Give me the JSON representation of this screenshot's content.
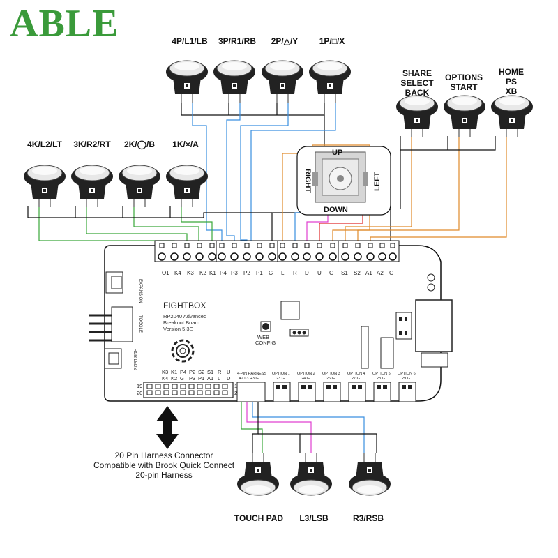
{
  "brand": "ABLE",
  "top_buttons": [
    "4P/L1/LB",
    "3P/R1/RB",
    "2P/△/Y",
    "1P/□/X"
  ],
  "mid_buttons": [
    "4K/L2/LT",
    "3K/R2/RT",
    "2K/◯/B",
    "1K/×/A"
  ],
  "right_buttons": [
    [
      "SHARE",
      "SELECT",
      "BACK"
    ],
    [
      "OPTIONS",
      "START"
    ],
    [
      "HOME",
      "PS",
      "XB"
    ]
  ],
  "bottom_buttons": [
    "TOUCH PAD",
    "L3/LSB",
    "R3/RSB"
  ],
  "joystick": {
    "up": "UP",
    "down": "DOWN",
    "left": "LEFT",
    "right": "RIGHT"
  },
  "board": {
    "name": "FIGHTBOX",
    "subtitle": [
      "RP2040 Advanced",
      "Breakout Board",
      "Version 5.3E"
    ],
    "web_config": [
      "WEB",
      "CONFIG"
    ],
    "pin_labels_left": [
      "O1",
      "K4",
      "K3",
      "K2",
      "K1"
    ],
    "pin_labels_mid": [
      "P4",
      "P3",
      "P2",
      "P1",
      "G"
    ],
    "pin_labels_dir": [
      "L",
      "R",
      "D",
      "U",
      "G"
    ],
    "pin_labels_right": [
      "S1",
      "S2",
      "A1",
      "A2",
      "G"
    ],
    "harness_row_top": [
      "K3",
      "K1",
      "P4",
      "P2",
      "S2",
      "S1",
      "R",
      "U"
    ],
    "harness_row_bottom": [
      "K4",
      "K2",
      "G",
      "P3",
      "P1",
      "A1",
      "L",
      "D"
    ],
    "harness_pin_19": "19",
    "harness_pin_20": "20",
    "harness_pin_1": "1",
    "harness_pin_2": "2",
    "four_pin_harness": [
      "4-PIN HARNESS",
      "A2 L3 R3 G"
    ],
    "options": [
      {
        "title": "OPTION 1",
        "pins": "23 G"
      },
      {
        "title": "OPTION 2",
        "pins": "24 G"
      },
      {
        "title": "OPTION 3",
        "pins": "26 G"
      },
      {
        "title": "OPTION 4",
        "pins": "27 G"
      },
      {
        "title": "OPTION 5",
        "pins": "28 G"
      },
      {
        "title": "OPTION 6",
        "pins": "29 G"
      }
    ],
    "side_labels": [
      "EXPANSION",
      "TOGGLE",
      "RGB LEDS"
    ]
  },
  "caption": [
    "20 Pin Harness Connector",
    "Compatible with Brook Quick Connect",
    "20-pin Harness"
  ],
  "colors": {
    "brand": "#3a9a3a",
    "green_wire": "#3aa83a",
    "blue_wire": "#3a8fe0",
    "orange_wire": "#e08a2a",
    "red_wire": "#e02a2a",
    "pink_wire": "#e040d0",
    "black_wire": "#111111"
  }
}
